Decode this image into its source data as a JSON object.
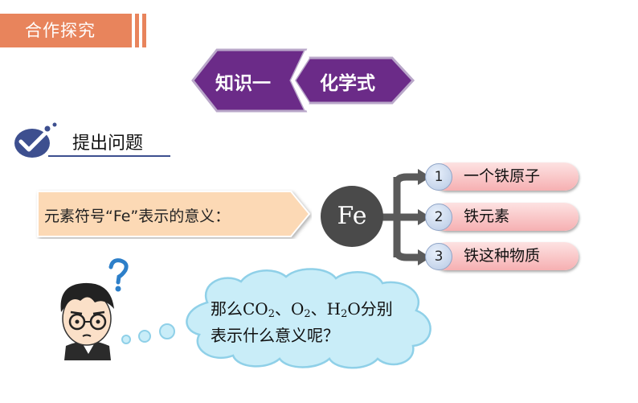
{
  "header": {
    "tag_label": "合作探究"
  },
  "banner": {
    "left": "知识一",
    "right": "化学式"
  },
  "question": {
    "heading": "提出问题"
  },
  "meaning": {
    "label": "元素符号“Fe”表示的意义：",
    "symbol": "Fe",
    "items": [
      {
        "num": "1",
        "text": "一个铁原子"
      },
      {
        "num": "2",
        "text": "铁元素"
      },
      {
        "num": "3",
        "text": "铁这种物质"
      }
    ]
  },
  "thought": {
    "p1": "那么CO",
    "s1": "2",
    "p2": "、O",
    "s2": "2",
    "p3": "、H",
    "s3": "2",
    "p4": "O分别",
    "line2": "表示什么意义呢？"
  },
  "colors": {
    "header": "#e8845c",
    "banner": "#6b2b88",
    "accent_navy": "#3d4f8f",
    "meaning_box": "#fcd9b5",
    "fe_circle": "#4a4a4a",
    "item_pink": "#f6b0b2",
    "cloud": "#c9edf8"
  }
}
